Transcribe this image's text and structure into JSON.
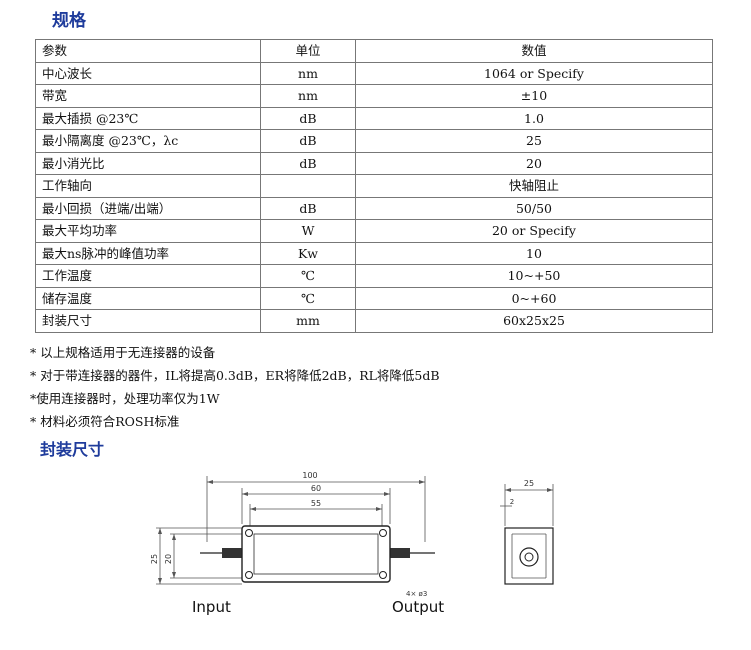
{
  "title_spec": "规格",
  "title_package": "封装尺寸",
  "table": {
    "headers": [
      "参数",
      "单位",
      "数值"
    ],
    "rows": [
      [
        "中心波长",
        "nm",
        "1064 or Specify"
      ],
      [
        "带宽",
        "nm",
        "±10"
      ],
      [
        "最大插损 @23℃",
        "dB",
        "1.0"
      ],
      [
        "最小隔离度 @23℃，λc",
        "dB",
        "25"
      ],
      [
        "最小消光比",
        "dB",
        "20"
      ],
      [
        "工作轴向",
        "",
        "快轴阻止"
      ],
      [
        "最小回损（进端/出端）",
        "dB",
        "50/50"
      ],
      [
        "最大平均功率",
        "W",
        "20 or Specify"
      ],
      [
        "最大ns脉冲的峰值功率",
        "Kw",
        "10"
      ],
      [
        "工作温度",
        "℃",
        "10~+50"
      ],
      [
        "储存温度",
        "℃",
        "0~+60"
      ],
      [
        "封装尺寸",
        "mm",
        "60x25x25"
      ]
    ]
  },
  "notes": [
    "* 以上规格适用于无连接器的设备",
    "* 对于带连接器的器件，IL将提高0.3dB，ER将降低2dB，RL将降低5dB",
    "*使用连接器时，处理功率仅为1W",
    "* 材料必须符合ROSH标准"
  ],
  "drawing": {
    "dim_100": "100",
    "dim_60": "60",
    "dim_55": "55",
    "dim_25": "25",
    "dim_20": "20",
    "dim_2": "2",
    "dim_side_25": "25",
    "hole_note": "4× ø3",
    "input_label": "Input",
    "output_label": "Output"
  }
}
